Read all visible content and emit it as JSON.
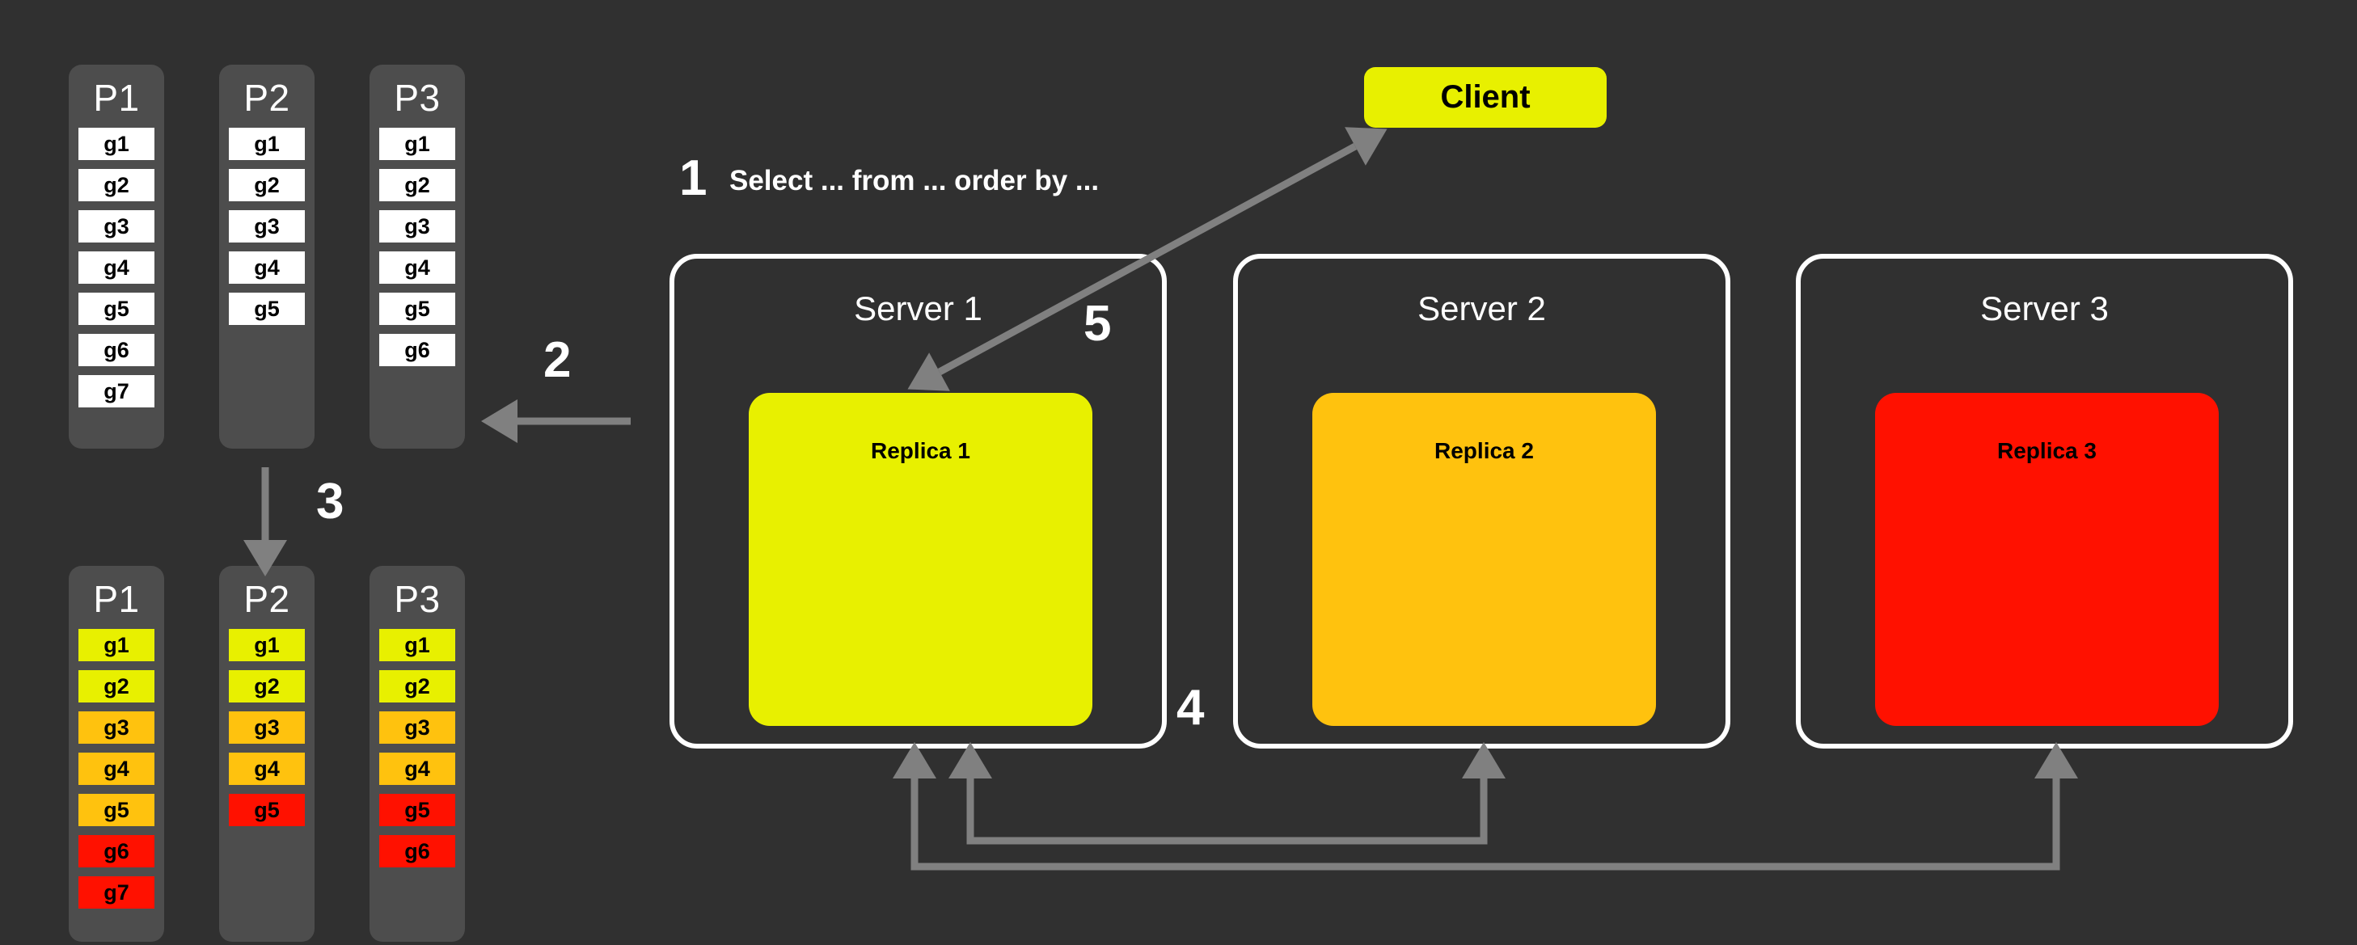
{
  "colors": {
    "background": "#303030",
    "partition_bg": "#4D4D4D",
    "cell_white": "#FFFFFF",
    "cell_yellow": "#E8F000",
    "cell_amber": "#FFC20E",
    "cell_red": "#FF1100",
    "server_border": "#FFFFFF",
    "arrow": "#808080",
    "client_bg": "#E8F000",
    "replica1": "#E8F000",
    "replica2": "#FFC20E",
    "replica3": "#FF1100",
    "text_light": "#FFFFFF",
    "text_dark": "#000000"
  },
  "partitions_top": [
    {
      "title": "P1",
      "cells": [
        {
          "label": "g1",
          "color": "white"
        },
        {
          "label": "g2",
          "color": "white"
        },
        {
          "label": "g3",
          "color": "white"
        },
        {
          "label": "g4",
          "color": "white"
        },
        {
          "label": "g5",
          "color": "white"
        },
        {
          "label": "g6",
          "color": "white"
        },
        {
          "label": "g7",
          "color": "white"
        }
      ]
    },
    {
      "title": "P2",
      "cells": [
        {
          "label": "g1",
          "color": "white"
        },
        {
          "label": "g2",
          "color": "white"
        },
        {
          "label": "g3",
          "color": "white"
        },
        {
          "label": "g4",
          "color": "white"
        },
        {
          "label": "g5",
          "color": "white"
        }
      ]
    },
    {
      "title": "P3",
      "cells": [
        {
          "label": "g1",
          "color": "white"
        },
        {
          "label": "g2",
          "color": "white"
        },
        {
          "label": "g3",
          "color": "white"
        },
        {
          "label": "g4",
          "color": "white"
        },
        {
          "label": "g5",
          "color": "white"
        },
        {
          "label": "g6",
          "color": "white"
        }
      ]
    }
  ],
  "partitions_bottom": [
    {
      "title": "P1",
      "cells": [
        {
          "label": "g1",
          "color": "yellow"
        },
        {
          "label": "g2",
          "color": "yellow"
        },
        {
          "label": "g3",
          "color": "amber"
        },
        {
          "label": "g4",
          "color": "amber"
        },
        {
          "label": "g5",
          "color": "amber"
        },
        {
          "label": "g6",
          "color": "red"
        },
        {
          "label": "g7",
          "color": "red"
        }
      ]
    },
    {
      "title": "P2",
      "cells": [
        {
          "label": "g1",
          "color": "yellow"
        },
        {
          "label": "g2",
          "color": "yellow"
        },
        {
          "label": "g3",
          "color": "amber"
        },
        {
          "label": "g4",
          "color": "amber"
        },
        {
          "label": "g5",
          "color": "red"
        }
      ]
    },
    {
      "title": "P3",
      "cells": [
        {
          "label": "g1",
          "color": "yellow"
        },
        {
          "label": "g2",
          "color": "yellow"
        },
        {
          "label": "g3",
          "color": "amber"
        },
        {
          "label": "g4",
          "color": "amber"
        },
        {
          "label": "g5",
          "color": "red"
        },
        {
          "label": "g6",
          "color": "red"
        }
      ]
    }
  ],
  "client": {
    "label": "Client"
  },
  "servers": [
    {
      "title": "Server 1",
      "replica": "Replica 1",
      "replica_color": "#E8F000"
    },
    {
      "title": "Server 2",
      "replica": "Replica 2",
      "replica_color": "#FFC20E"
    },
    {
      "title": "Server 3",
      "replica": "Replica 3",
      "replica_color": "#FF1100"
    }
  ],
  "steps": {
    "one": "1",
    "one_label": "Select ... from ... order by ...",
    "two": "2",
    "three": "3",
    "four": "4",
    "five": "5"
  }
}
